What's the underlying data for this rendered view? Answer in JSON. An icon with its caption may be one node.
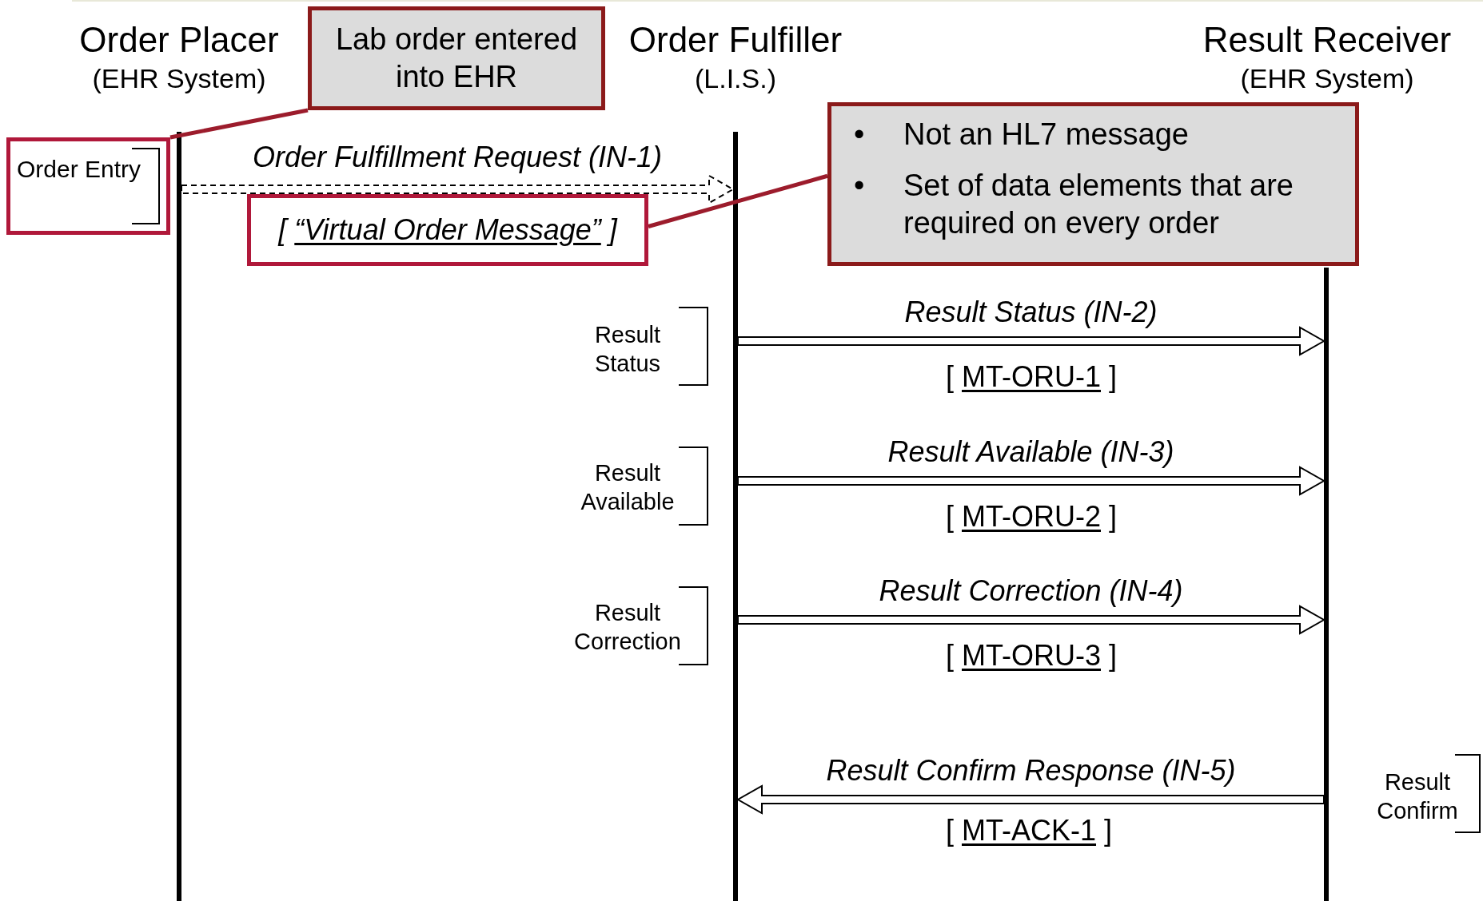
{
  "diagram": {
    "nodes": [
      {
        "text": [
          "Order Placer",
          "(EHR System)"
        ]
      },
      {
        "text": [
          "Order Fulfiller",
          "(L.I.S.)"
        ]
      },
      {
        "text": [
          "Result Receiver",
          "(EHR System)"
        ]
      },
      {
        "text": [],
        "shape": "bar"
      },
      {
        "text": [],
        "shape": "bar"
      },
      {
        "text": [],
        "shape": "bar"
      },
      {
        "text": [
          "Lab order entered into EHR"
        ]
      },
      {
        "text": [
          "Order Entry"
        ]
      },
      {
        "text": [
          "[ “Virtual Order Message” ]"
        ]
      },
      {
        "text": [
          "•",
          "Not an HL7 message",
          "•",
          "Set of data elements that are required on every order"
        ]
      }
    ],
    "edges": [
      {
        "from": 3,
        "to": 4,
        "arrow": "to",
        "style": "dashed",
        "label": "Order Fulfillment Request (IN-1)"
      },
      {
        "from": 4,
        "to": 5,
        "arrow": "to",
        "label": "Result Status (IN-2)"
      },
      {
        "from": 4,
        "to": 5,
        "arrow": "to",
        "label": "Result Available (IN-3)"
      },
      {
        "from": 4,
        "to": 5,
        "arrow": "to",
        "label": "Result Correction (IN-4)"
      },
      {
        "from": 5,
        "to": 4,
        "arrow": "to",
        "label": "Result Confirm Response (IN-5)"
      },
      {
        "from": 6,
        "to": 7,
        "arrow": "none",
        "color": "#9c1c2c"
      },
      {
        "from": 8,
        "to": 9,
        "arrow": "none",
        "color": "#9c1c2c"
      }
    ],
    "labels": [
      "Result Status",
      "[ MT-ORU-1 ]",
      "Result Available",
      "[ MT-ORU-2 ]",
      "Result Correction",
      "[ MT-ORU-3 ]",
      "Result Confirm",
      "[ MT-ACK-1 ]"
    ]
  }
}
